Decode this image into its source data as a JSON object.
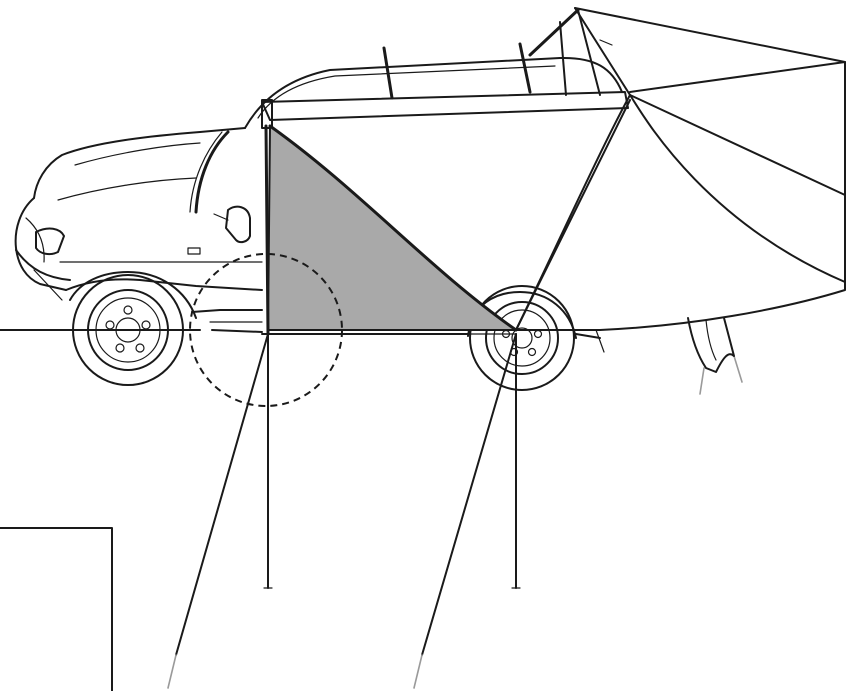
{
  "colors": {
    "background": "#ffffff",
    "line": "#1a1a1a",
    "highlight_panel": "#a9a9a9",
    "stake": "#9a9a9a"
  },
  "icons": {
    "vehicle": "pickup-truck-line-drawing",
    "awning": "vehicle-awning",
    "detail_marker": "dashed-circle-callout"
  }
}
